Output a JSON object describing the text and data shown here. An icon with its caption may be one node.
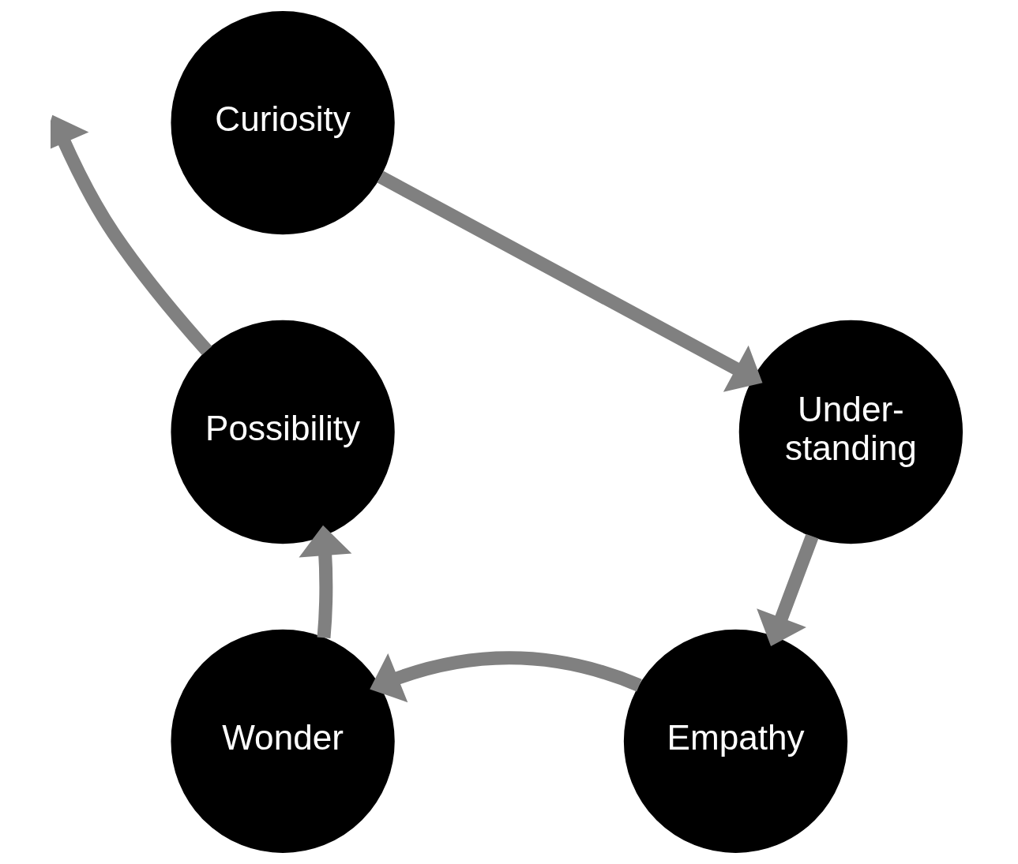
{
  "diagram": {
    "nodes": [
      {
        "text": [
          "Curiosity"
        ]
      },
      {
        "text": [
          "Under- standing"
        ]
      },
      {
        "text": [
          "Empathy"
        ]
      },
      {
        "text": [
          "Wonder"
        ]
      },
      {
        "text": [
          "Possibility"
        ]
      }
    ],
    "edges": [
      {
        "from": 0,
        "to": 1,
        "arrow": "to"
      },
      {
        "from": 1,
        "to": 2,
        "arrow": "to"
      },
      {
        "from": 2,
        "to": 3,
        "arrow": "to"
      },
      {
        "from": 3,
        "to": 4,
        "arrow": "to"
      },
      {
        "from": 4,
        "to": null,
        "arrow": "to"
      }
    ]
  }
}
